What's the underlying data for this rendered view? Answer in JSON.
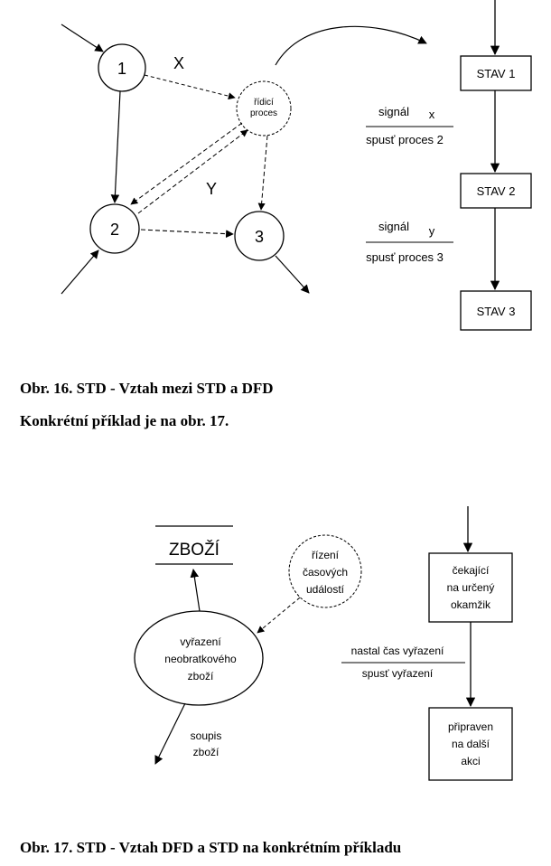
{
  "figure16": {
    "nodes": {
      "n1": "1",
      "n2": "2",
      "n3": "3"
    },
    "control_process": [
      "řídicí",
      "proces"
    ],
    "flow_x": "X",
    "flow_y": "Y",
    "states": [
      "STAV 1",
      "STAV 2",
      "STAV 3"
    ],
    "transition1": {
      "event": "signál",
      "event_var": "x",
      "action": "spusť proces 2"
    },
    "transition2": {
      "event": "signál",
      "event_var": "y",
      "action": "spusť proces 3"
    },
    "caption": "Obr. 16. STD - Vztah mezi STD a DFD",
    "note": "Konkrétní příklad je na obr. 17."
  },
  "figure17": {
    "store": "ZBOŽÍ",
    "process": [
      "vyřazení",
      "neobratkového",
      "zboží"
    ],
    "control": [
      "řízení",
      "časových",
      "událostí"
    ],
    "output_flow": [
      "soupis",
      "zboží"
    ],
    "state1": [
      "čekající",
      "na určený",
      "okamžik"
    ],
    "state2": [
      "připraven",
      "na další",
      "akci"
    ],
    "transition": {
      "event": "nastal čas vyřazení",
      "action": "spusť vyřazení"
    },
    "caption": "Obr. 17. STD - Vztah DFD a STD na konkrétním příkladu"
  }
}
